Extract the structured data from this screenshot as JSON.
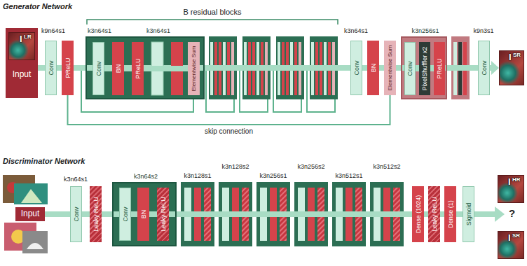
{
  "diagram": {
    "nodes": [
      {
        "text": [
          "Input"
        ]
      },
      {
        "text": [
          "I",
          "LR"
        ],
        "in": 0
      },
      {
        "text": [
          "Conv"
        ]
      },
      {
        "text": [
          "PReLU"
        ]
      },
      {
        "text": [
          "k3n64s1",
          "k3n64s1"
        ]
      },
      {
        "text": [
          "Conv"
        ],
        "in": 4
      },
      {
        "text": [
          "BN"
        ],
        "in": 4
      },
      {
        "text": [
          "PReLU"
        ],
        "in": 4
      },
      {
        "text": [
          "Elementwise Sum"
        ],
        "in": 4
      },
      {
        "text": [
          "Conv"
        ]
      },
      {
        "text": [
          "BN"
        ]
      },
      {
        "text": [
          "Elementwise Sum"
        ]
      },
      {
        "text": [
          "k3n256s1"
        ]
      },
      {
        "text": [
          "Conv"
        ],
        "in": 12
      },
      {
        "text": [
          "PixelShuffler x2"
        ],
        "in": 12
      },
      {
        "text": [
          "PReLU"
        ],
        "in": 12
      },
      {
        "text": [
          "Conv"
        ]
      },
      {
        "text": [
          "I",
          "SR"
        ]
      },
      {
        "text": [
          "Input"
        ]
      },
      {
        "text": [
          "Conv"
        ]
      },
      {
        "text": [
          "Leaky ReLU"
        ]
      },
      {
        "text": [
          "k3n64s2"
        ]
      },
      {
        "text": [
          "Conv"
        ],
        "in": 21
      },
      {
        "text": [
          "BN"
        ],
        "in": 21
      },
      {
        "text": [
          "Leaky ReLU"
        ],
        "in": 21
      },
      {
        "text": [
          "Dense (1024)"
        ]
      },
      {
        "text": [
          "Leaky ReLU"
        ]
      },
      {
        "text": [
          "Dense (1)"
        ]
      },
      {
        "text": [
          "Sigmoid"
        ]
      },
      {
        "text": [
          "I",
          "HR"
        ]
      },
      {
        "text": [
          "I",
          "SR"
        ]
      }
    ],
    "edges": [
      {
        "from": 0,
        "to": 2,
        "arrow": "none"
      },
      {
        "from": 2,
        "to": 3,
        "arrow": "none"
      },
      {
        "from": 3,
        "to": 4,
        "arrow": "none"
      },
      {
        "from": 5,
        "to": 6,
        "arrow": "none"
      },
      {
        "from": 6,
        "to": 7,
        "arrow": "none"
      },
      {
        "from": 7,
        "to": 8,
        "arrow": "none"
      },
      {
        "from": 4,
        "to": 9,
        "arrow": "none"
      },
      {
        "from": 9,
        "to": 10,
        "arrow": "none"
      },
      {
        "from": 10,
        "to": 11,
        "arrow": "none"
      },
      {
        "from": 11,
        "to": 12,
        "arrow": "none"
      },
      {
        "from": 13,
        "to": 14,
        "arrow": "none"
      },
      {
        "from": 14,
        "to": 15,
        "arrow": "none"
      },
      {
        "from": 12,
        "to": 16,
        "arrow": "none"
      },
      {
        "from": 16,
        "to": 17,
        "arrow": "to"
      },
      {
        "from": 3,
        "to": 11,
        "label": "skip connection",
        "arrow": "none"
      },
      {
        "from": 18,
        "to": 19,
        "arrow": "none"
      },
      {
        "from": 19,
        "to": 20,
        "arrow": "none"
      },
      {
        "from": 20,
        "to": 21,
        "arrow": "none"
      },
      {
        "from": 22,
        "to": 23,
        "arrow": "none"
      },
      {
        "from": 23,
        "to": 24,
        "arrow": "none"
      },
      {
        "from": 21,
        "to": 25,
        "arrow": "none"
      },
      {
        "from": 25,
        "to": 26,
        "arrow": "none"
      },
      {
        "from": 26,
        "to": 27,
        "arrow": "none"
      },
      {
        "from": 27,
        "to": 28,
        "arrow": "none"
      }
    ],
    "labels": [
      "Generator Network",
      "B residual blocks",
      "k9n64s1",
      "k3n64s1",
      "k9n3s1",
      "Discriminator Network",
      "k3n64s1",
      "k3n128s1",
      "k3n128s2",
      "k3n256s1",
      "k3n256s2",
      "k3n512s1",
      "k3n512s2",
      "?"
    ]
  }
}
